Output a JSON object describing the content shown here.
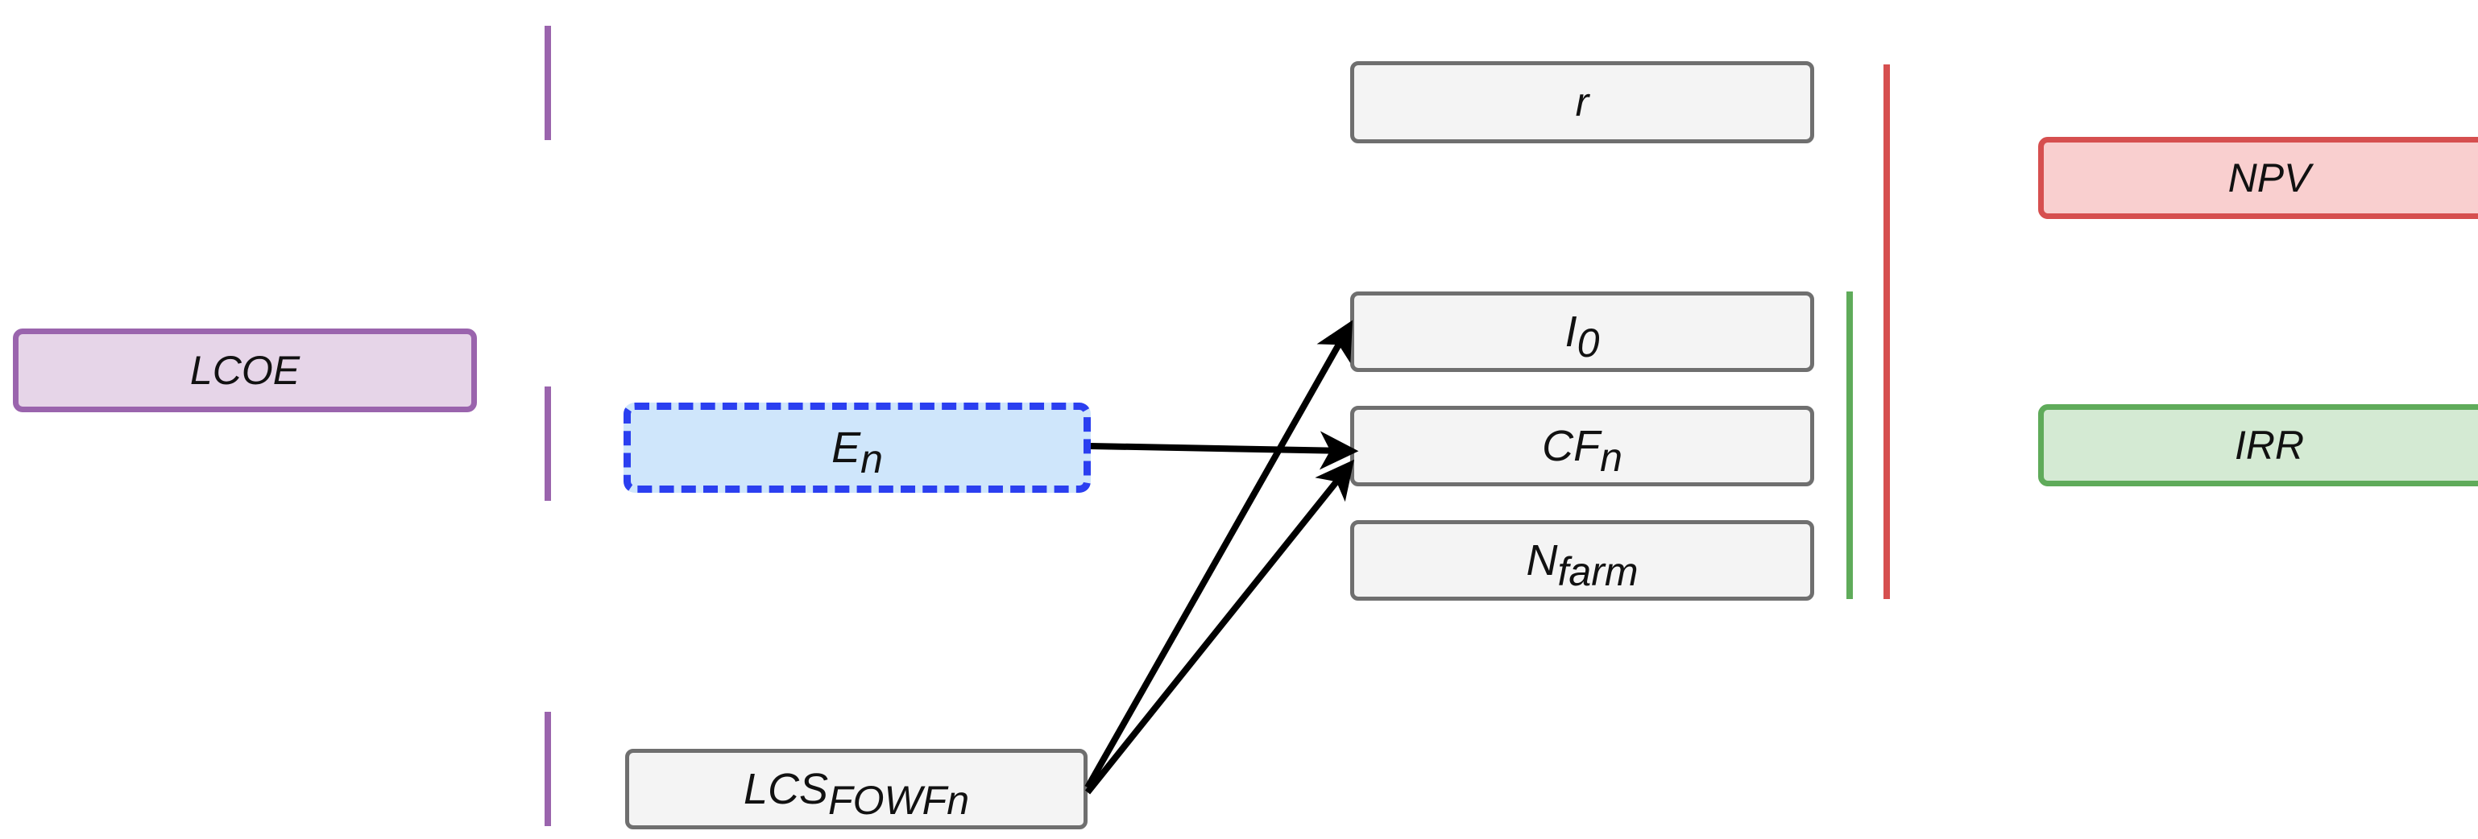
{
  "nodes": {
    "lcoe": {
      "label": "LCOE"
    },
    "en": {
      "base": "E",
      "sub": "n"
    },
    "lcs": {
      "base": "LCS",
      "sub": "FOWFn"
    },
    "r": {
      "label": "r"
    },
    "i0": {
      "base": "I",
      "sub": "0"
    },
    "cfn": {
      "base": "CF",
      "sub": "n"
    },
    "nfarm": {
      "base": "N",
      "sub": "farm"
    },
    "npv": {
      "label": "NPV"
    },
    "irr": {
      "label": "IRR"
    }
  },
  "edges": [
    {
      "from": "E_n",
      "to": "CF_n"
    },
    {
      "from": "LCS_FOWFn",
      "to": "I_0"
    },
    {
      "from": "LCS_FOWFn",
      "to": "CF_n"
    }
  ],
  "colors": {
    "lcoe_group": "#9a64ad",
    "npv_group": "#d64f4f",
    "irr_group": "#5fab5a",
    "highlight": "#2b3ff0",
    "arrow": "#000000"
  }
}
